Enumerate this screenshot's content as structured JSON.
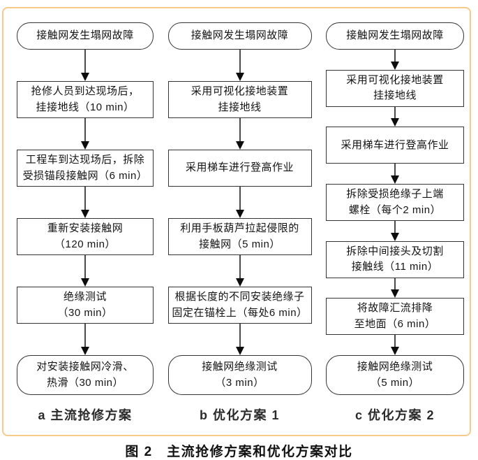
{
  "figure": {
    "caption": "图 2　主流抢修方案和优化方案对比"
  },
  "colors": {
    "frame_border": "#f7c98b",
    "node_border": "#343434",
    "arrow": "#0d0d0d",
    "text": "#141414"
  },
  "flowcharts": [
    {
      "id": "a",
      "label": "a 主流抢修方案",
      "nodes": [
        {
          "type": "terminal-start",
          "text": "接触网发生塌网故障"
        },
        {
          "type": "process",
          "text": "抢修人员到达现场后，\n挂接地线（10 min）"
        },
        {
          "type": "process",
          "text": "工程车到达现场后，拆除\n受损锚段接触网（6 min）"
        },
        {
          "type": "process",
          "text": "重新安装接触网\n（120 min）"
        },
        {
          "type": "process",
          "text": "绝缘测试\n（30 min）"
        },
        {
          "type": "terminal-end",
          "text": "对安装接触网冷滑、\n热滑（30 min）"
        }
      ]
    },
    {
      "id": "b",
      "label": "b 优化方案 1",
      "nodes": [
        {
          "type": "terminal-start",
          "text": "接触网发生塌网故障"
        },
        {
          "type": "process",
          "text": "采用可视化接地装置\n挂接地线"
        },
        {
          "type": "process",
          "text": "采用梯车进行登高作业"
        },
        {
          "type": "process",
          "text": "利用手板葫芦拉起侵限的\n接触网（5 min）"
        },
        {
          "type": "process",
          "text": "根据长度的不同安装绝缘子\n固定在锚栓上（每处6 min）"
        },
        {
          "type": "terminal-end",
          "text": "接触网绝缘测试\n（3 min）"
        }
      ]
    },
    {
      "id": "c",
      "label": "c 优化方案 2",
      "nodes": [
        {
          "type": "terminal-start",
          "text": "接触网发生塌网故障"
        },
        {
          "type": "process",
          "text": "采用可视化接地装置\n挂接地线"
        },
        {
          "type": "process",
          "text": "采用梯车进行登高作业"
        },
        {
          "type": "process",
          "text": "拆除受损绝缘子上端\n螺栓（每个2 min）"
        },
        {
          "type": "process",
          "text": "拆除中间接头及切割\n接触线（11 min）"
        },
        {
          "type": "process",
          "text": "将故障汇流排降\n至地面（6 min）"
        },
        {
          "type": "terminal-end",
          "text": "接触网绝缘测试\n（5 min）"
        }
      ]
    }
  ]
}
